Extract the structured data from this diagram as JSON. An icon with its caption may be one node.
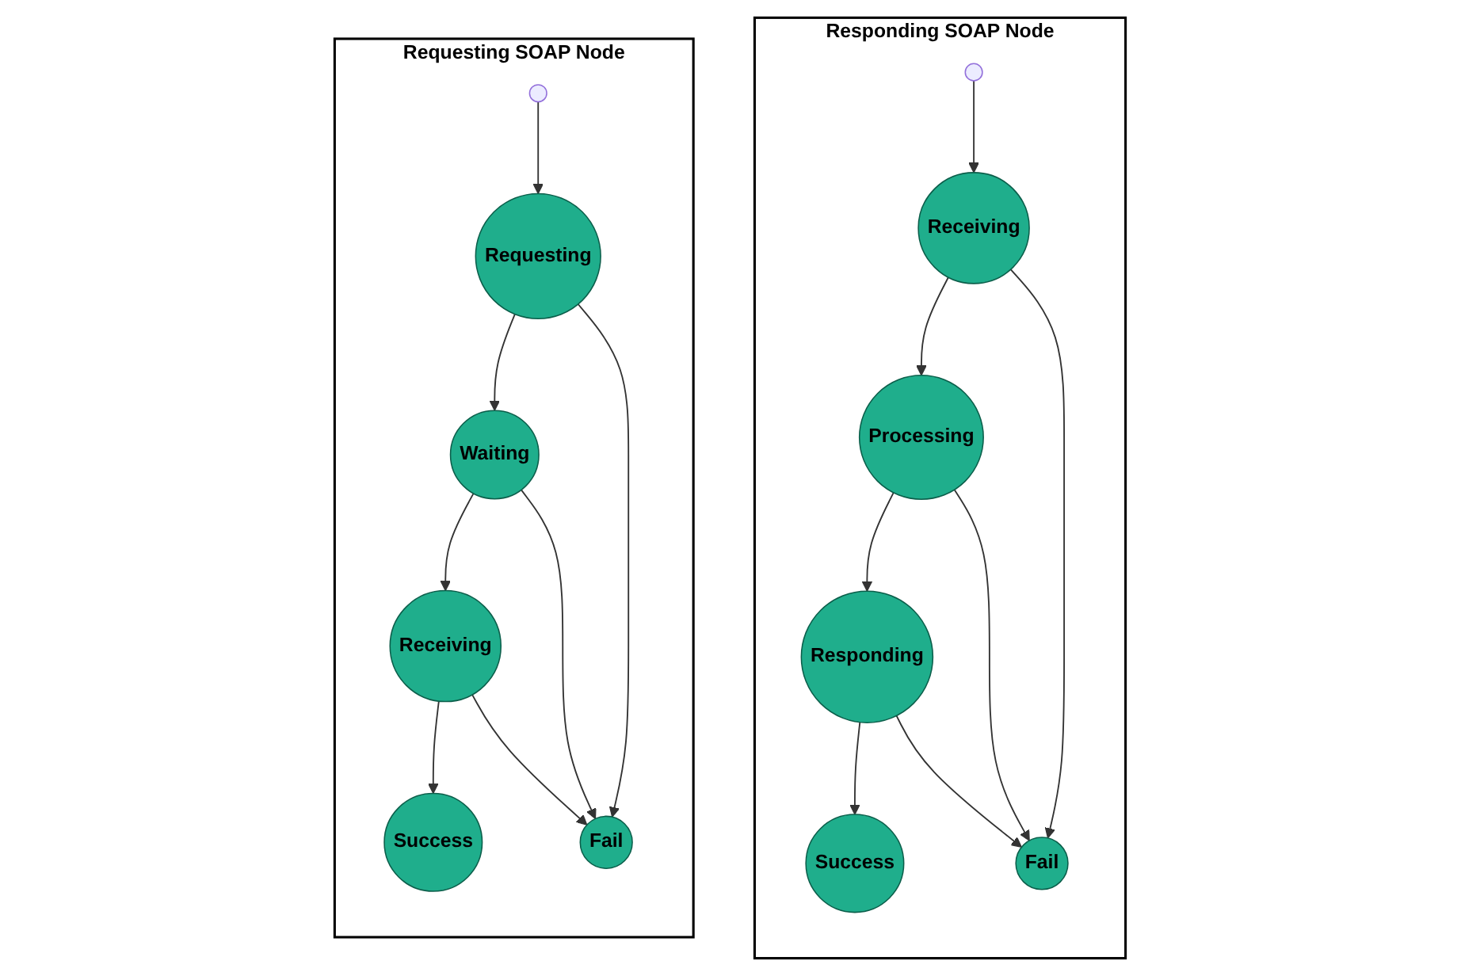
{
  "diagram": {
    "nodes": [
      {
        "text": [
          "Requesting SOAP Node"
        ]
      },
      {
        "text": [
          "Requesting"
        ],
        "in": 0
      },
      {
        "text": [
          "Waiting"
        ],
        "in": 0
      },
      {
        "text": [
          "Receiving"
        ],
        "in": 0
      },
      {
        "text": [
          "Success"
        ],
        "in": 0
      },
      {
        "text": [
          "Fail"
        ],
        "in": 0
      },
      {
        "text": [
          "Responding SOAP Node"
        ]
      },
      {
        "text": [
          "Receiving"
        ],
        "in": 6
      },
      {
        "text": [
          "Processing"
        ],
        "in": 6
      },
      {
        "text": [
          "Responding"
        ],
        "in": 6
      },
      {
        "text": [
          "Success"
        ],
        "in": 6
      },
      {
        "text": [
          "Fail"
        ],
        "in": 6
      }
    ],
    "edges": [
      {
        "from": null,
        "to": 1,
        "arrow": "to"
      },
      {
        "from": 1,
        "to": 2,
        "arrow": "to"
      },
      {
        "from": 2,
        "to": 3,
        "arrow": "to"
      },
      {
        "from": 3,
        "to": 4,
        "arrow": "to"
      },
      {
        "from": 1,
        "to": 5,
        "arrow": "to"
      },
      {
        "from": 2,
        "to": 5,
        "arrow": "to"
      },
      {
        "from": 3,
        "to": 5,
        "arrow": "to"
      },
      {
        "from": null,
        "to": 7,
        "arrow": "to"
      },
      {
        "from": 7,
        "to": 8,
        "arrow": "to"
      },
      {
        "from": 8,
        "to": 9,
        "arrow": "to"
      },
      {
        "from": 9,
        "to": 10,
        "arrow": "to"
      },
      {
        "from": 7,
        "to": 11,
        "arrow": "to"
      },
      {
        "from": 8,
        "to": 11,
        "arrow": "to"
      },
      {
        "from": 9,
        "to": 11,
        "arrow": "to"
      }
    ]
  }
}
